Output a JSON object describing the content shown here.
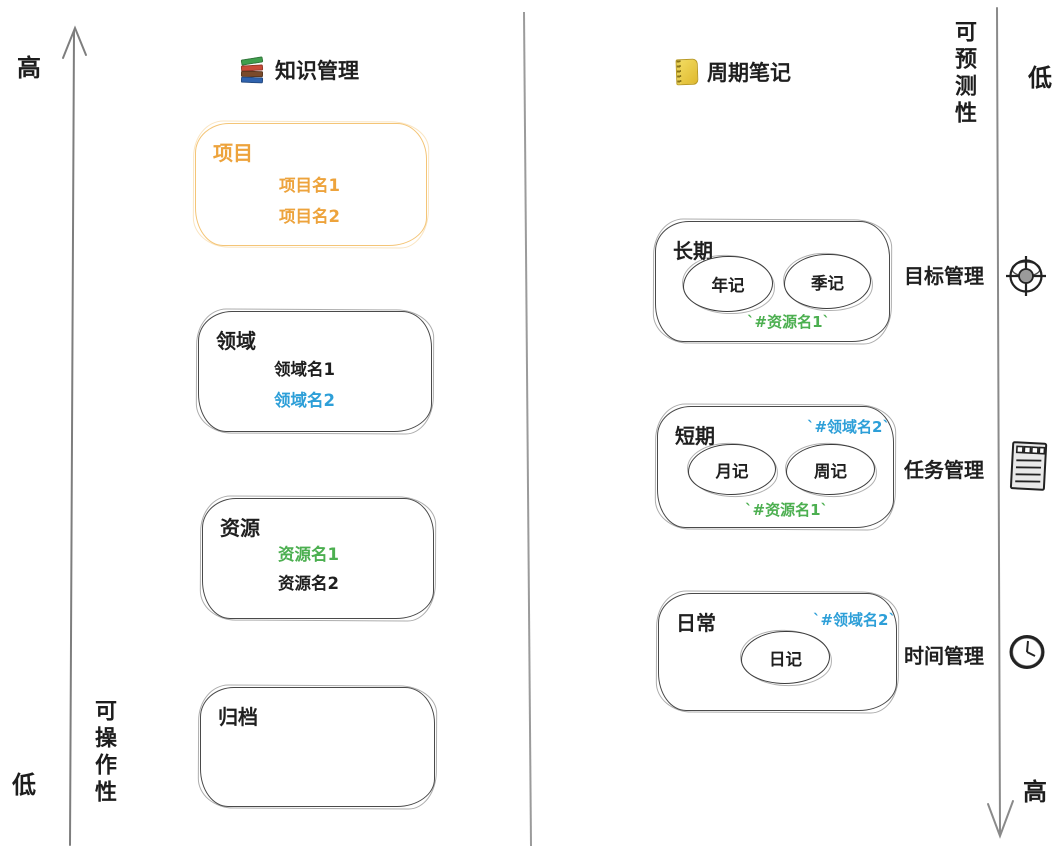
{
  "colors": {
    "orange": "#eda33c",
    "orange_border": "#f4c577",
    "blue": "#2d9fd8",
    "green": "#4caf50",
    "ink": "#1f1f1f",
    "box_border": "#4a4a4a",
    "axis": "#8c8c8c"
  },
  "axes": {
    "left": {
      "top_label": "高",
      "bottom_label": "低",
      "name": "可操作性",
      "direction": "up"
    },
    "right": {
      "top_label": "低",
      "bottom_label": "高",
      "name": "可预测性",
      "direction": "down"
    }
  },
  "left_panel": {
    "title": "知识管理",
    "icon": "books-icon",
    "boxes": [
      {
        "id": "projects",
        "label": "项目",
        "label_color": "orange",
        "items": [
          {
            "text": "项目名1",
            "color": "orange"
          },
          {
            "text": "项目名2",
            "color": "orange"
          }
        ]
      },
      {
        "id": "areas",
        "label": "领域",
        "label_color": "ink",
        "items": [
          {
            "text": "领域名1",
            "color": "ink"
          },
          {
            "text": "领域名2",
            "color": "blue"
          }
        ]
      },
      {
        "id": "resources",
        "label": "资源",
        "label_color": "ink",
        "items": [
          {
            "text": "资源名1",
            "color": "green"
          },
          {
            "text": "资源名2",
            "color": "ink"
          }
        ]
      },
      {
        "id": "archive",
        "label": "归档",
        "label_color": "ink",
        "items": []
      }
    ]
  },
  "right_panel": {
    "title": "周期笔记",
    "icon": "notebook-icon",
    "boxes": [
      {
        "id": "long-term",
        "label": "长期",
        "ellipses": [
          "年记",
          "季记"
        ],
        "bottom_tag": {
          "text": "`#资源名1`",
          "color": "green"
        }
      },
      {
        "id": "short-term",
        "label": "短期",
        "ellipses": [
          "月记",
          "周记"
        ],
        "top_tag": {
          "text": "`#领域名2`",
          "color": "blue"
        },
        "bottom_tag": {
          "text": "`#资源名1`",
          "color": "green"
        }
      },
      {
        "id": "daily",
        "label": "日常",
        "ellipses": [
          "日记"
        ],
        "top_tag": {
          "text": "`#领域名2`",
          "color": "blue"
        }
      }
    ]
  },
  "management_labels": [
    {
      "label": "目标管理",
      "icon": "target-icon"
    },
    {
      "label": "任务管理",
      "icon": "notepad-icon"
    },
    {
      "label": "时间管理",
      "icon": "clock-icon"
    }
  ]
}
